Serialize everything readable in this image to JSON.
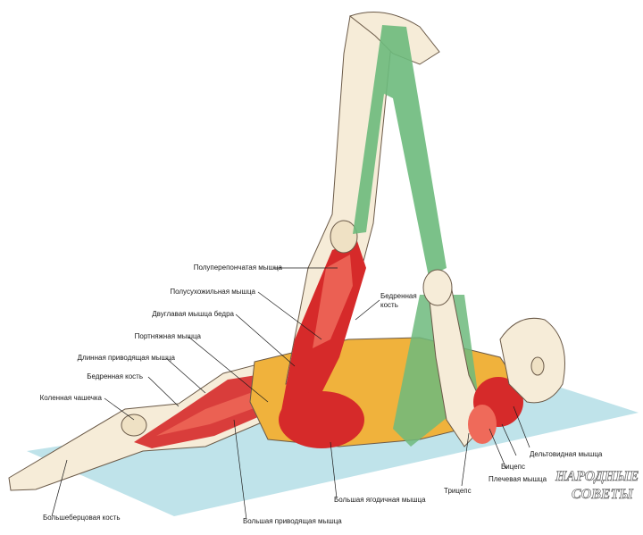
{
  "labels": {
    "semimembranosus": "Полуперепончатая мышца",
    "semitendinosus": "Полусухожильная мышца",
    "biceps_femoris": "Двуглавая мышца бедра",
    "sartorius": "Портняжная мышца",
    "adductor_longus": "Длинная приводящая мышца",
    "femur_left": "Бедренная кость",
    "patella": "Коленная чашечка",
    "tibia": "Большеберцовая кость",
    "adductor_magnus": "Большая приводящая мышца",
    "gluteus_maximus": "Большая ягодичная мышца",
    "femur_right_line1": "Бедренная",
    "femur_right_line2": "кость",
    "triceps": "Трицепс",
    "brachialis": "Плечевая мышца",
    "biceps": "Бицепс",
    "deltoid": "Дельтовидная мышца"
  },
  "watermark": {
    "line1": "НАРОДНЫЕ",
    "line2": "СОВЕТЫ"
  },
  "colors": {
    "muscle": "#d62a2a",
    "muscle_light": "#ef6a5a",
    "strap": "#6dba7c",
    "mat": "#bfe3ea",
    "shirt": "#f0b23c",
    "skin": "#f6ecd8"
  }
}
